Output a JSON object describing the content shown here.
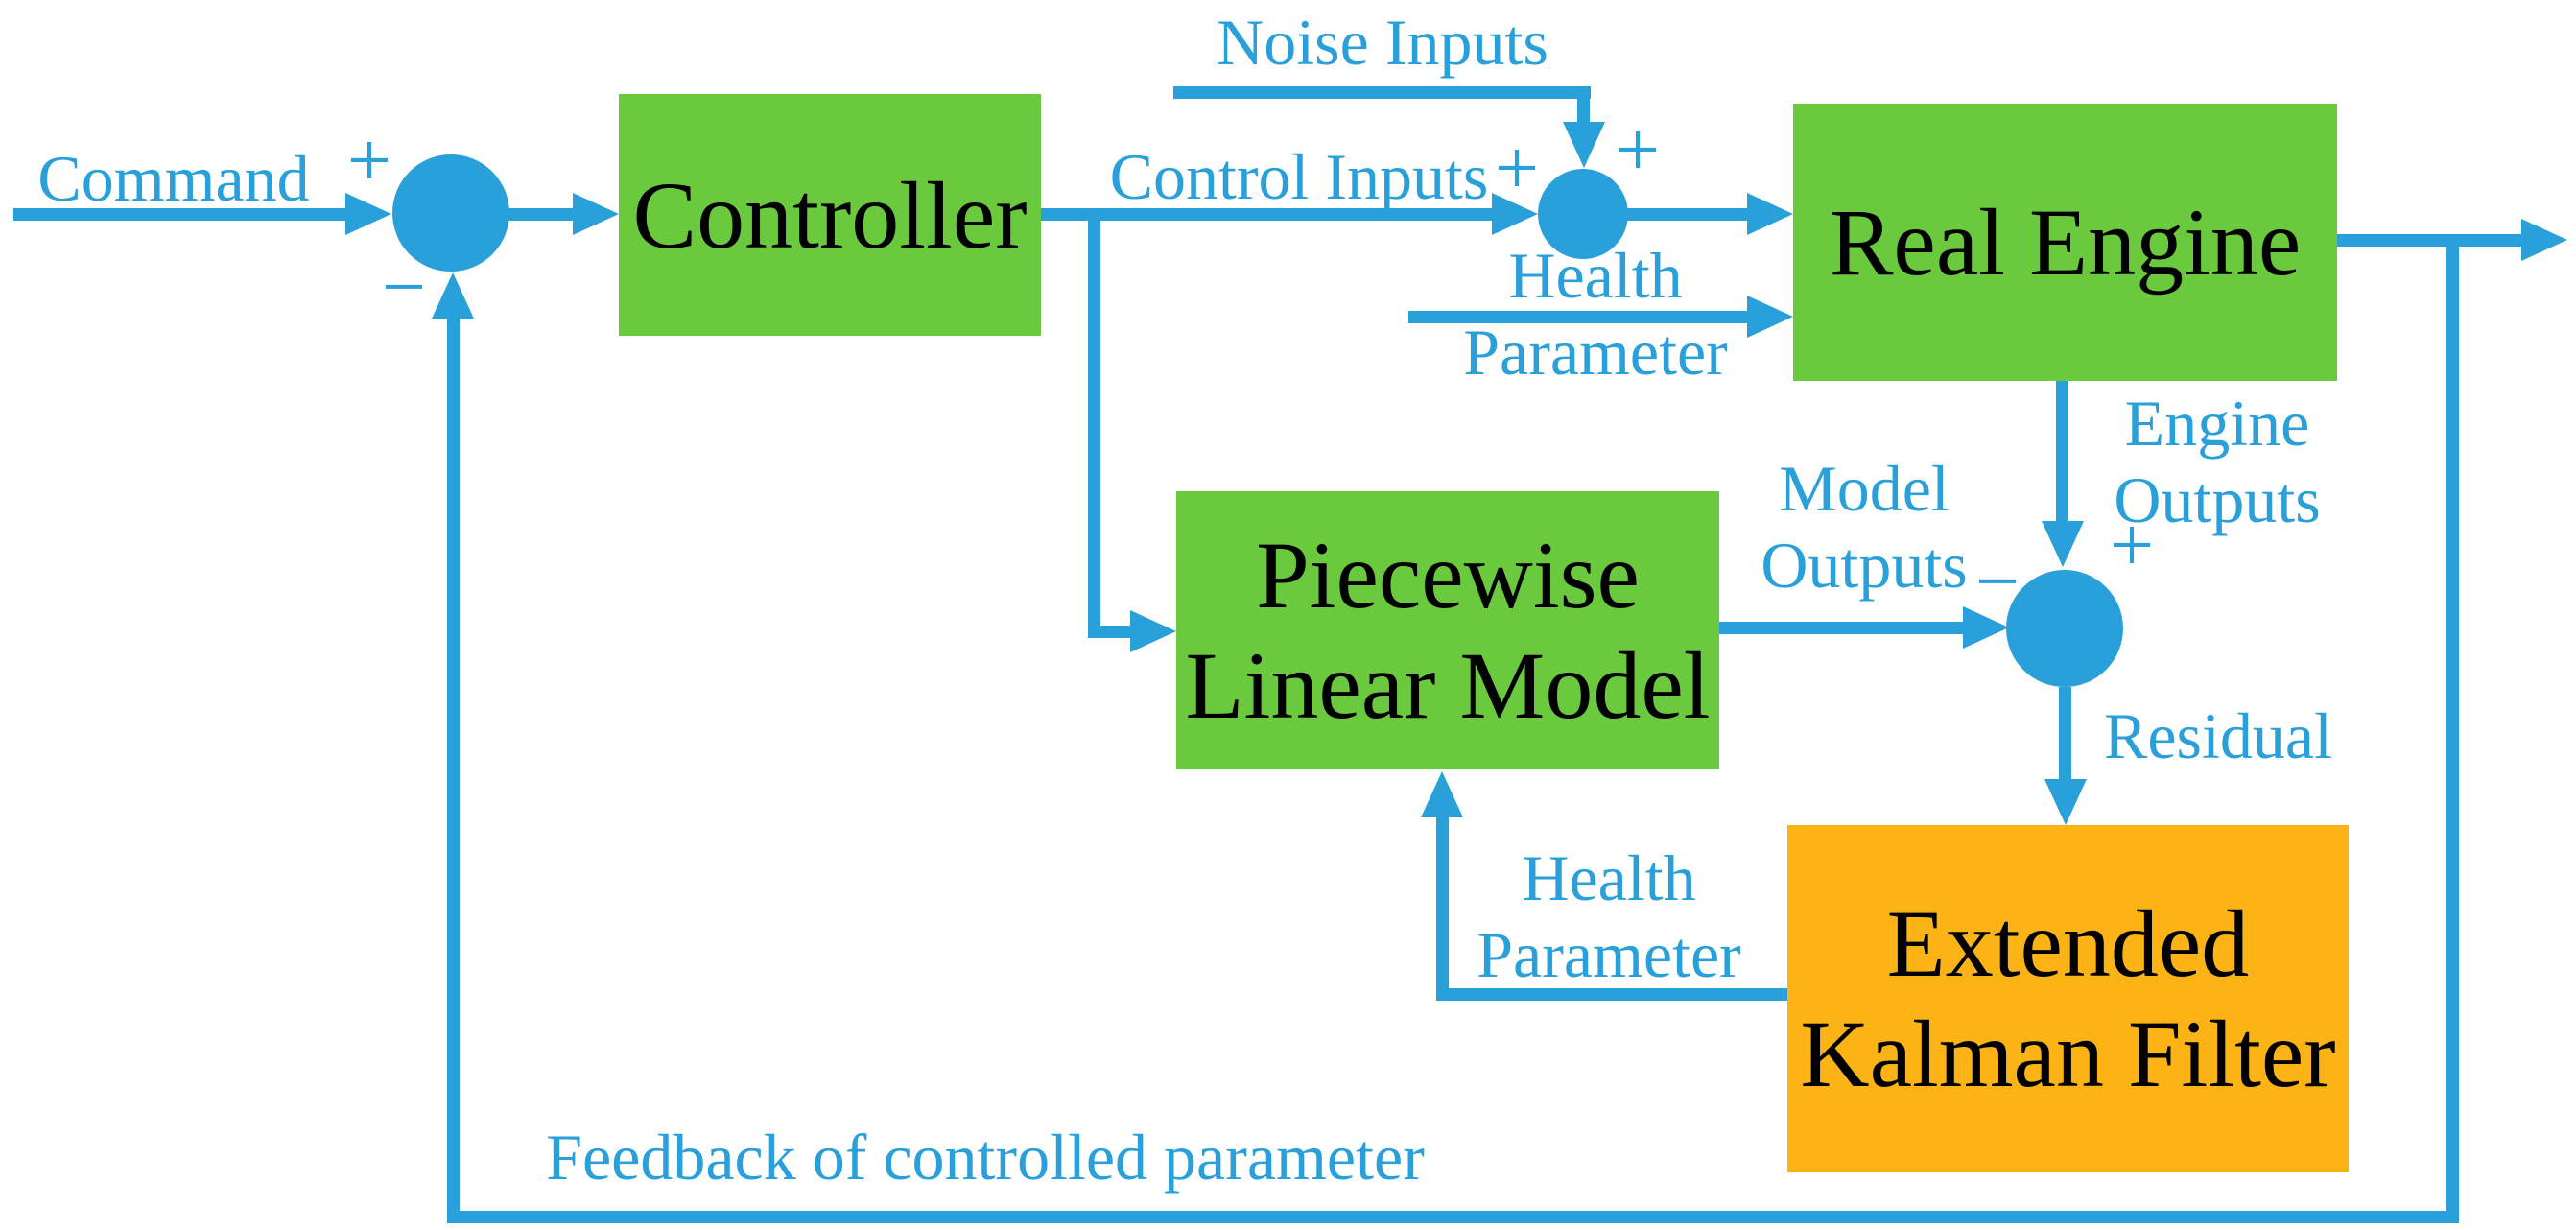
{
  "colors": {
    "blue": "#2AA0DA",
    "green": "#6BC93E",
    "orange": "#FBB316",
    "ink": "#000000",
    "bg": "#FFFFFF"
  },
  "blocks": {
    "controller": {
      "label": "Controller",
      "color": "#6BC93E"
    },
    "real_engine": {
      "label": "Real Engine",
      "color": "#6BC93E"
    },
    "piecewise_linear_model": {
      "line1": "Piecewise",
      "line2": "Linear Model",
      "color": "#6BC93E"
    },
    "extended_kalman_filter": {
      "line1": "Extended",
      "line2": "Kalman Filter",
      "color": "#FBB316"
    }
  },
  "labels": {
    "command": "Command",
    "noise_inputs": "Noise Inputs",
    "control_inputs": "Control Inputs",
    "health_parameter_engine": {
      "line1": "Health",
      "line2": "Parameter"
    },
    "engine_outputs": {
      "line1": "Engine",
      "line2": "Outputs"
    },
    "model_outputs": {
      "line1": "Model",
      "line2": "Outputs"
    },
    "residual": "Residual",
    "health_parameter_ekf": {
      "line1": "Health",
      "line2": "Parameter"
    },
    "feedback": "Feedback of controlled parameter"
  },
  "signs": {
    "sum1_plus": "+",
    "sum1_minus": "−",
    "sum2_plus_left": "+",
    "sum2_plus_top": "+",
    "sum3_plus": "+",
    "sum3_minus": "−"
  }
}
